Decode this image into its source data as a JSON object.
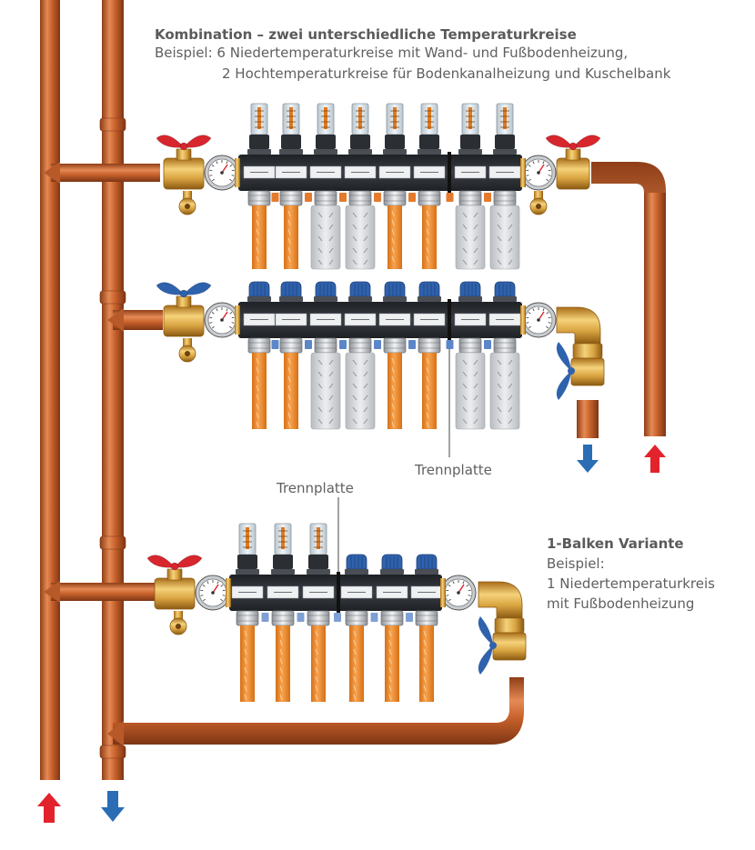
{
  "heading": {
    "title": "Kombination – zwei unterschiedliche Temperaturkreise",
    "line1": "Beispiel: 6 Niedertemperaturkreise mit Wand- und Fußbodenheizung,",
    "line2": "2 Hochtemperaturkreise für Bodenkanalheizung und Kuschelbank"
  },
  "labels": {
    "trennplatte_left": "Trennplatte",
    "trennplatte_right": "Trennplatte"
  },
  "variant": {
    "title": "1-Balken Variante",
    "line1": "Beispiel:",
    "line2": "1 Niedertemperaturkreis",
    "line3": "mit Fußbodenheizung"
  },
  "colors": {
    "copper": "#c8622c",
    "copper_dark": "#8f3e17",
    "brass": "#d9a441",
    "red_handle": "#d7262d",
    "blue_handle": "#2f62ad",
    "arrow_red": "#e3232c",
    "arrow_blue": "#2a6db5",
    "bar_dark": "#2b2e33",
    "orange_pipe": "#ee8a2a",
    "insulation": "#d3d5d8"
  },
  "icons": {
    "supply_arrow": "arrow-up-icon",
    "return_arrow": "arrow-down-icon",
    "valve_handle": "butterfly-handle-icon",
    "gauge": "thermometer-gauge-icon"
  }
}
